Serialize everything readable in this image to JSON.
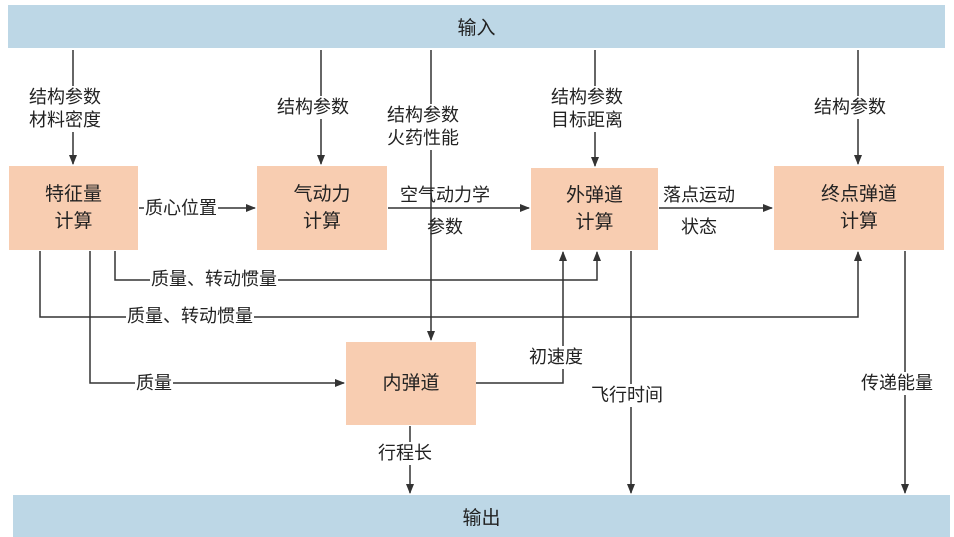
{
  "input_bar": "输入",
  "output_bar": "输出",
  "boxes": {
    "feature": [
      "特征量",
      "计算"
    ],
    "aero": [
      "气动力",
      "计算"
    ],
    "exterior": [
      "外弹道",
      "计算"
    ],
    "terminal": [
      "终点弹道",
      "计算"
    ],
    "interior": "内弹道"
  },
  "inputs": {
    "feature": [
      "结构参数",
      "材料密度"
    ],
    "aero": "结构参数",
    "interior": [
      "结构参数",
      "火药性能"
    ],
    "exterior": [
      "结构参数",
      "目标距离"
    ],
    "terminal": "结构参数"
  },
  "flows": {
    "center_of_mass": "质心位置",
    "aero_params": [
      "空气动力学",
      "参数"
    ],
    "impact_state": [
      "落点运动",
      "状态"
    ],
    "mass_inertia_1": "质量、转动惯量",
    "mass_inertia_2": "质量、转动惯量",
    "mass": "质量",
    "initial_velocity": "初速度",
    "travel_length": "行程长",
    "flight_time": "飞行时间",
    "energy_transfer": "传递能量"
  }
}
